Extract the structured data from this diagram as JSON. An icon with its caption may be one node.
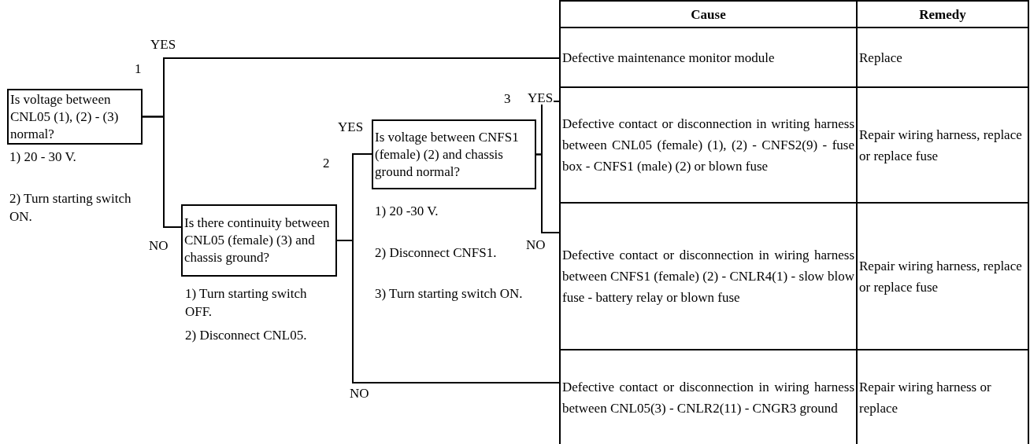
{
  "diagram": {
    "nodes": [
      {
        "text": [
          "Is voltage between CNL05 (1), (2) - (3) normal?"
        ],
        "beside": [
          "1) 20 - 30 V.",
          "2) Turn starting switch ON."
        ]
      },
      {
        "text": [
          "Is there continuity between CNL05 (female) (3) and chassis ground?"
        ],
        "beside": [
          "1) Turn starting switch OFF.",
          "2) Disconnect CNL05."
        ]
      },
      {
        "text": [
          "Is voltage between CNFS1 (female) (2) and chassis ground normal?"
        ],
        "beside": [
          "1) 20 -30 V.",
          "2) Disconnect CNFS1.",
          "3) Turn starting switch ON."
        ]
      },
      {
        "text": [
          "Defective maintenance monitor module"
        ]
      },
      {
        "text": [
          "Defective contact or disconnection in writing harness between CNL05 (female) (1), (2) - CNFS2(9) - fuse box - CNFS1 (male) (2) or blown fuse"
        ]
      },
      {
        "text": [
          "Defective contact or disconnection in wiring harness between CNFS1 (female) (2) - CNLR4(1) - slow blow fuse - battery relay or blown fuse"
        ]
      },
      {
        "text": [
          "Defective contact or disconnection in wiring harness between CNL05(3) - CNLR2(11) - CNGR3 ground"
        ]
      }
    ],
    "edges": [
      {
        "from": 0,
        "to": 3,
        "arrow": "none",
        "label": "YES"
      },
      {
        "from": 0,
        "to": 1,
        "arrow": "none",
        "label": "NO"
      },
      {
        "from": 1,
        "to": 2,
        "arrow": "none",
        "label": "YES"
      },
      {
        "from": 1,
        "to": 6,
        "arrow": "none",
        "label": "NO"
      },
      {
        "from": 2,
        "to": 4,
        "arrow": "none",
        "label": "YES"
      },
      {
        "from": 2,
        "to": 5,
        "arrow": "none",
        "label": "NO"
      }
    ],
    "labels": [
      "1",
      "2",
      "3",
      "Cause",
      "Remedy",
      "Replace",
      "Repair wiring harness, replace or replace fuse",
      "Repair wiring harness, replace or replace fuse",
      "Repair wiring harness or replace"
    ]
  }
}
